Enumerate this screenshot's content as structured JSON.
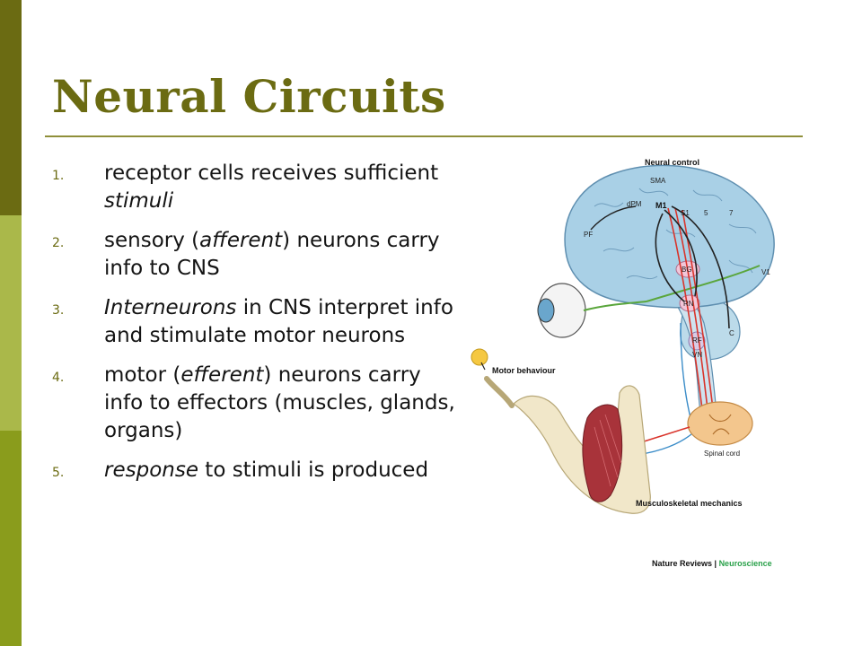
{
  "slide": {
    "title": "Neural Circuits",
    "colors": {
      "title": "#6b6b12",
      "accent_bar": [
        "#6b6b12",
        "#aab84a",
        "#8a9c1c"
      ],
      "rule": "#8f8f3a"
    },
    "items": [
      {
        "number": "1.",
        "parts": [
          {
            "text": "receptor cells receives sufficient "
          },
          {
            "text": "stimuli",
            "em": true
          }
        ]
      },
      {
        "number": "2.",
        "parts": [
          {
            "text": "sensory ("
          },
          {
            "text": "afferent",
            "em": true
          },
          {
            "text": ") neurons carry info to CNS"
          }
        ]
      },
      {
        "number": "3.",
        "parts": [
          {
            "text": "Interneurons",
            "em": true
          },
          {
            "text": " in CNS interpret info and stimulate motor neurons"
          }
        ]
      },
      {
        "number": "4.",
        "parts": [
          {
            "text": "motor ("
          },
          {
            "text": "efferent",
            "em": true
          },
          {
            "text": ") neurons carry info to effectors (muscles, glands, organs)"
          }
        ]
      },
      {
        "number": "5.",
        "parts": [
          {
            "text": "response",
            "em": true
          },
          {
            "text": " to stimuli is produced"
          }
        ]
      }
    ]
  },
  "figure": {
    "neural_control": "Neural control",
    "sma": "SMA",
    "dpm": "dPM",
    "m1": "M1",
    "s1": "S1",
    "n5": "5",
    "n7": "7",
    "pf": "PF",
    "bg": "BG",
    "rn": "RN",
    "rf": "RF",
    "vn": "VN",
    "c": "C",
    "v1": "V1",
    "motor_behaviour": "Motor behaviour",
    "spinal_cord": "Spinal cord",
    "musculoskeletal": "Musculoskeletal mechanics",
    "credit_journal": "Nature Reviews",
    "credit_sep": " | ",
    "credit_field": "Neuroscience",
    "colors": {
      "brain": "#a9d0e6",
      "brain_outline": "#5f8fb0",
      "red_path": "#d9342b",
      "green_path": "#5aa63c",
      "spinal": "#f3c68d",
      "muscle": "#a8333a",
      "credit_accent": "#2aa14a"
    }
  }
}
